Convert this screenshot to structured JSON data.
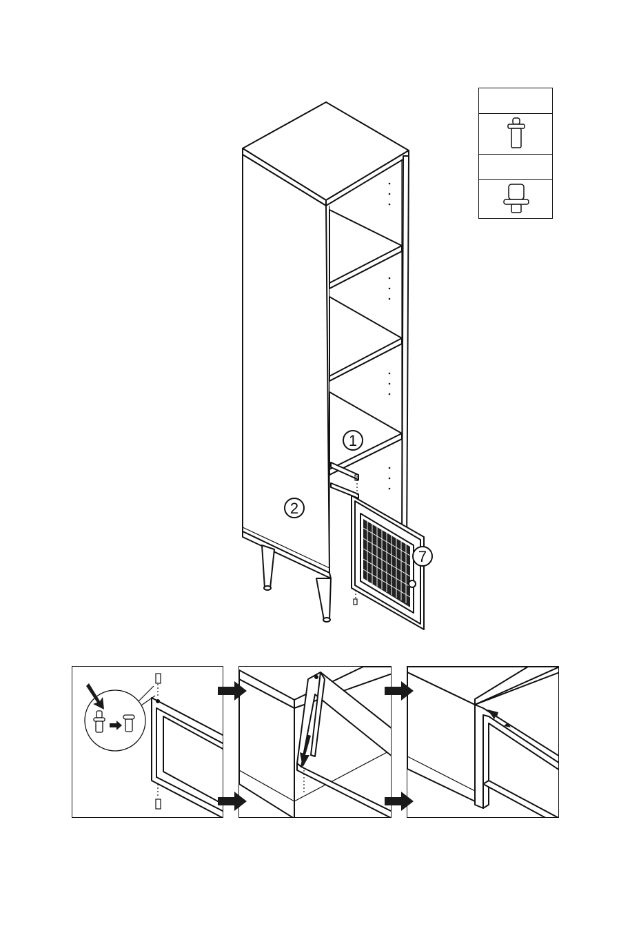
{
  "callouts": {
    "shelf": "1",
    "side_panel": "2",
    "door": "7"
  },
  "colors": {
    "line": "#111111",
    "background": "#ffffff",
    "arrow": "#1a1a1a"
  },
  "parts_legend": {
    "rows": [
      {
        "label": "",
        "icon": "hinge-pin-small-icon"
      },
      {
        "label": "",
        "icon": "hinge-pin-large-icon"
      }
    ]
  },
  "detail_steps": [
    {
      "name": "insert-pin"
    },
    {
      "name": "place-door"
    },
    {
      "name": "door-seated"
    }
  ]
}
